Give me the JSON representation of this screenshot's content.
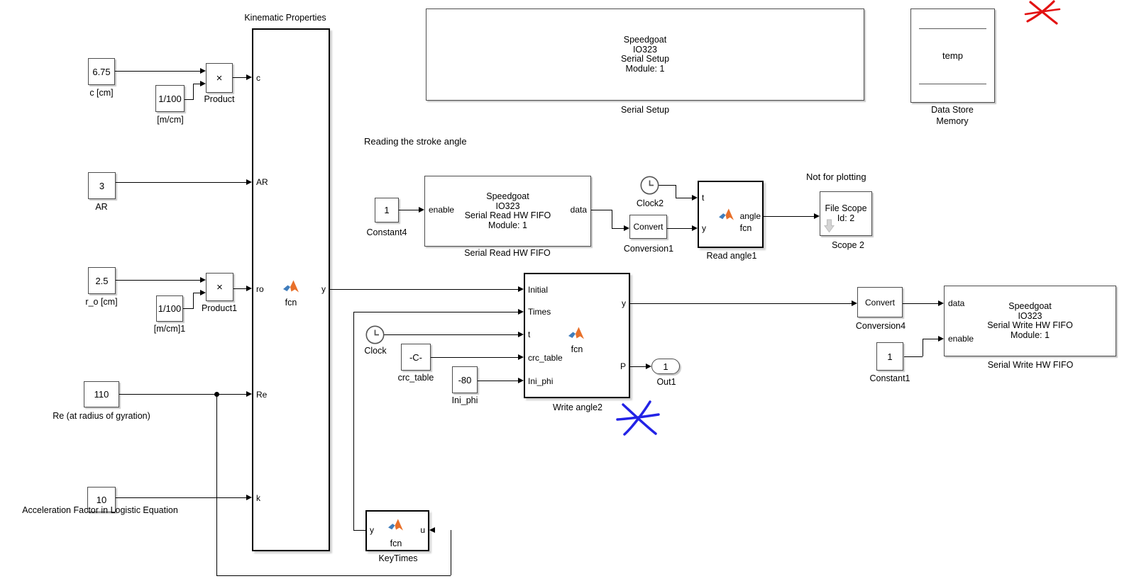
{
  "annotations": {
    "kinematic_title": "Kinematic Properties",
    "reading_stroke_angle": "Reading the stroke angle",
    "not_for_plotting": "Not for plotting"
  },
  "blocks": {
    "const_c": {
      "value": "6.75",
      "label": "c [cm]"
    },
    "gain_mcm": {
      "value": "1/100",
      "label": "[m/cm]"
    },
    "product": {
      "op": "×",
      "label": "Product"
    },
    "const_ar": {
      "value": "3",
      "label": "AR"
    },
    "const_ro": {
      "value": "2.5",
      "label": "r_o [cm]"
    },
    "gain_mcm1": {
      "value": "1/100",
      "label": "[m/cm]1"
    },
    "product1": {
      "op": "×",
      "label": "Product1"
    },
    "const_re": {
      "value": "110",
      "label": "Re (at radius of gyration)"
    },
    "const_k": {
      "value": "10",
      "label": "Acceleration Factor in Logistic Equation"
    },
    "kinematic": {
      "fcn": "fcn",
      "port_c": "c",
      "port_ar": "AR",
      "port_ro": "ro",
      "port_re": "Re",
      "port_k": "k",
      "port_y": "y"
    },
    "serial_setup": {
      "line1": "Speedgoat",
      "line2": "IO323",
      "line3": "Serial Setup",
      "line4": "Module: 1",
      "label": "Serial Setup"
    },
    "data_store": {
      "value": "temp",
      "label_line1": "Data Store",
      "label_line2": "Memory"
    },
    "constant4": {
      "value": "1",
      "label": "Constant4"
    },
    "serial_read": {
      "line1": "Speedgoat",
      "line2": "IO323",
      "line3": "Serial Read HW FIFO",
      "line4": "Module: 1",
      "port_enable": "enable",
      "port_data": "data",
      "label": "Serial Read HW FIFO"
    },
    "clock2": {
      "label": "Clock2"
    },
    "conversion1": {
      "value": "Convert",
      "label": "Conversion1"
    },
    "read_angle1": {
      "port_t": "t",
      "port_y": "y",
      "port_angle": "angle",
      "fcn": "fcn",
      "label": "Read angle1"
    },
    "scope2": {
      "line1": "File Scope",
      "line2": "Id: 2",
      "label": "Scope 2"
    },
    "clock": {
      "label": "Clock"
    },
    "const_crc": {
      "value": "-C-",
      "label": "crc_table"
    },
    "const_ini_phi": {
      "value": "-80",
      "label": "Ini_phi"
    },
    "write_angle2": {
      "port_initial": "Initial",
      "port_times": "Times",
      "port_t": "t",
      "port_crc": "crc_table",
      "port_ini": "Ini_phi",
      "port_y": "y",
      "port_p": "P",
      "fcn": "fcn",
      "label": "Write angle2"
    },
    "out1": {
      "value": "1",
      "label": "Out1"
    },
    "conversion4": {
      "value": "Convert",
      "label": "Conversion4"
    },
    "serial_write": {
      "line1": "Speedgoat",
      "line2": "IO323",
      "line3": "Serial Write HW FIFO",
      "line4": "Module: 1",
      "port_data": "data",
      "port_enable": "enable",
      "label": "Serial Write HW FIFO"
    },
    "constant1": {
      "value": "1",
      "label": "Constant1"
    },
    "keytimes": {
      "port_y": "y",
      "port_u": "u",
      "fcn": "fcn",
      "label": "KeyTimes"
    }
  },
  "colors": {
    "matlab_icon_orange": "#e8702a",
    "matlab_icon_blue": "#3f7dbc",
    "scribble_red": "#e31212",
    "scribble_blue": "#2323e6",
    "scope_arrow_gray": "#d4d4d4",
    "wire": "#000000"
  }
}
